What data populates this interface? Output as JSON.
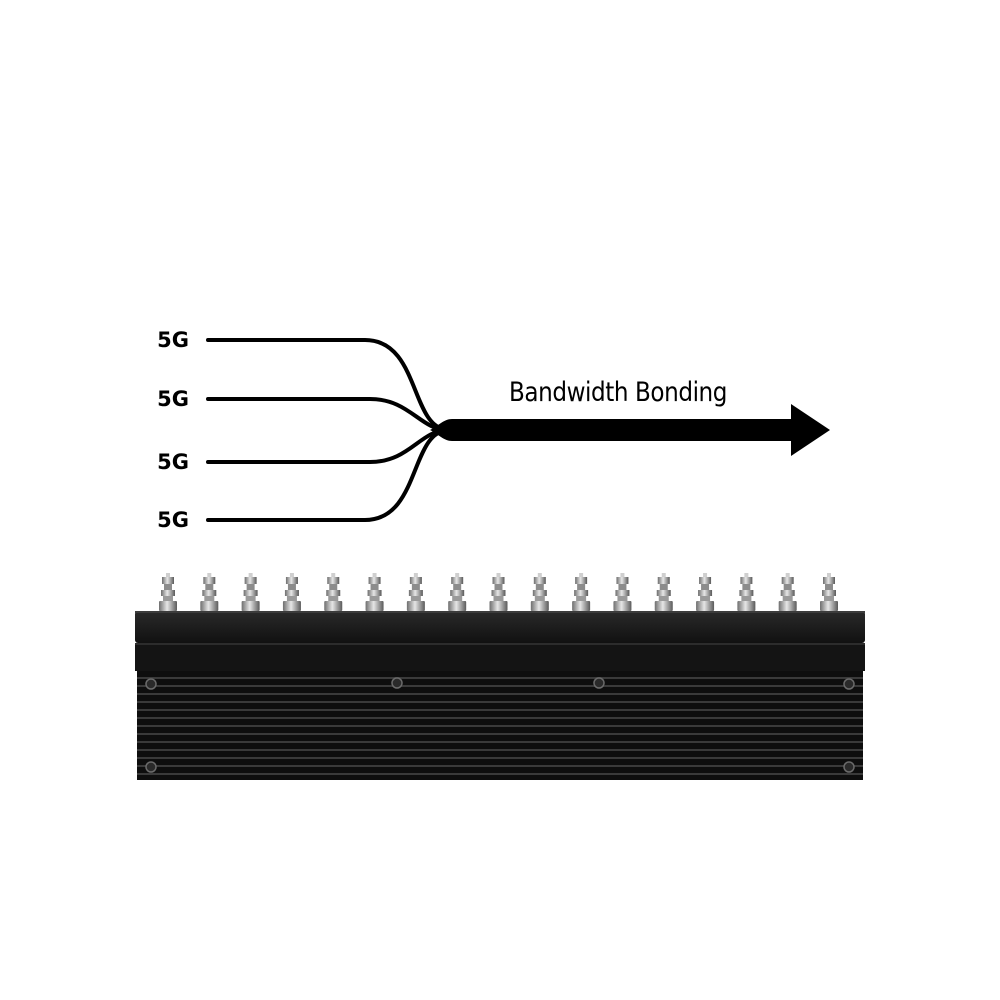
{
  "diagram": {
    "links": [
      {
        "label": "5G"
      },
      {
        "label": "5G"
      },
      {
        "label": "5G"
      },
      {
        "label": "5G"
      }
    ],
    "bonding_label": "Bandwidth Bonding"
  },
  "device": {
    "antenna_connector_count": 17
  },
  "colors": {
    "background": "#ffffff",
    "ink": "#000000",
    "device_body": "#141414",
    "connector_metal": "#b4b4b4"
  }
}
